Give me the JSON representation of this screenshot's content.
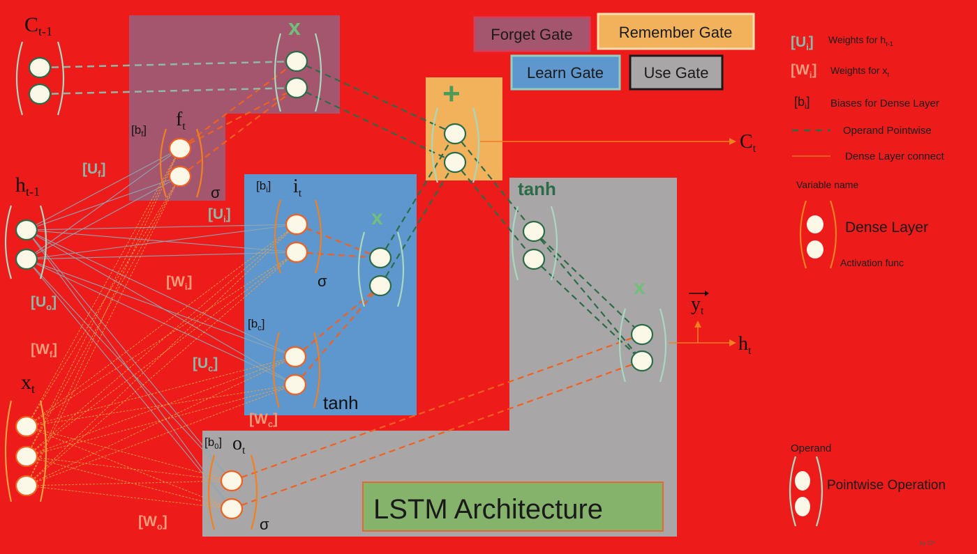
{
  "colors": {
    "background": "#ee1b1b",
    "forget_gate": "#a5566f",
    "remember_gate": "#f2b25c",
    "learn_gate": "#5e97cd",
    "use_gate": "#a9a6a8",
    "architecture_box": "#86b36b",
    "operand_line": "#2b6b48",
    "dense_line": "#f08020",
    "input_line": "#8fa8b3",
    "node_fill": "#fbf8e8",
    "bracket": "#a8d8c0"
  },
  "legend": {
    "forget_gate": "Forget Gate",
    "remember_gate": "Remember Gate",
    "learn_gate": "Learn Gate",
    "use_gate": "Use Gate",
    "weights_h_symbol": "[U",
    "weights_h_sub": "i",
    "weights_h_text": "Weights for h",
    "weights_h_text_sub": "t-1",
    "weights_x_symbol": "[W",
    "weights_x_sub": "i",
    "weights_x_text": "Weights for x",
    "weights_x_text_sub": "t",
    "bias_symbol": "[b",
    "bias_sub": "i",
    "bias_text": "Biases for Dense Layer",
    "operand_pointwise": "Operand Pointwise",
    "dense_layer_connect": "Dense Layer connect",
    "variable_name": "Variable name",
    "dense_layer": "Dense Layer",
    "activation_func": "Activation func",
    "operand": "Operand",
    "pointwise_operation": "Pointwise Operation",
    "credit": "by CP"
  },
  "diagram": {
    "title": "LSTM Architecture",
    "c_prev": "C",
    "c_prev_sub": "t-1",
    "h_prev": "h",
    "h_prev_sub": "t-1",
    "x_t": "x",
    "x_t_sub": "t",
    "c_t": "C",
    "c_t_sub": "t",
    "h_t": "h",
    "h_t_sub": "t",
    "y_t": "y",
    "y_t_sub": "t",
    "f_t": "f",
    "f_t_sub": "t",
    "i_t": "i",
    "i_t_sub": "t",
    "o_t": "o",
    "o_t_sub": "t",
    "b_f": "[b",
    "b_f_sub": "f",
    "b_i": "[b",
    "b_i_sub": "i",
    "b_c": "[b",
    "b_c_sub": "c",
    "b_o": "[b",
    "b_o_sub": "0",
    "u_f": "[U",
    "u_f_sub": "f",
    "u_i": "[U",
    "u_i_sub": "i",
    "u_o": "[U",
    "u_o_sub": "o",
    "u_c": "[U",
    "u_c_sub": "c",
    "w_i": "[W",
    "w_i_sub": "i",
    "w_f": "[W",
    "w_f_sub": "f",
    "w_c": "[W",
    "w_c_sub": "c",
    "w_o": "[W",
    "w_o_sub": "o",
    "close_bracket": "]",
    "sigma": "σ",
    "tanh": "tanh",
    "multiply": "x",
    "plus": "+"
  }
}
